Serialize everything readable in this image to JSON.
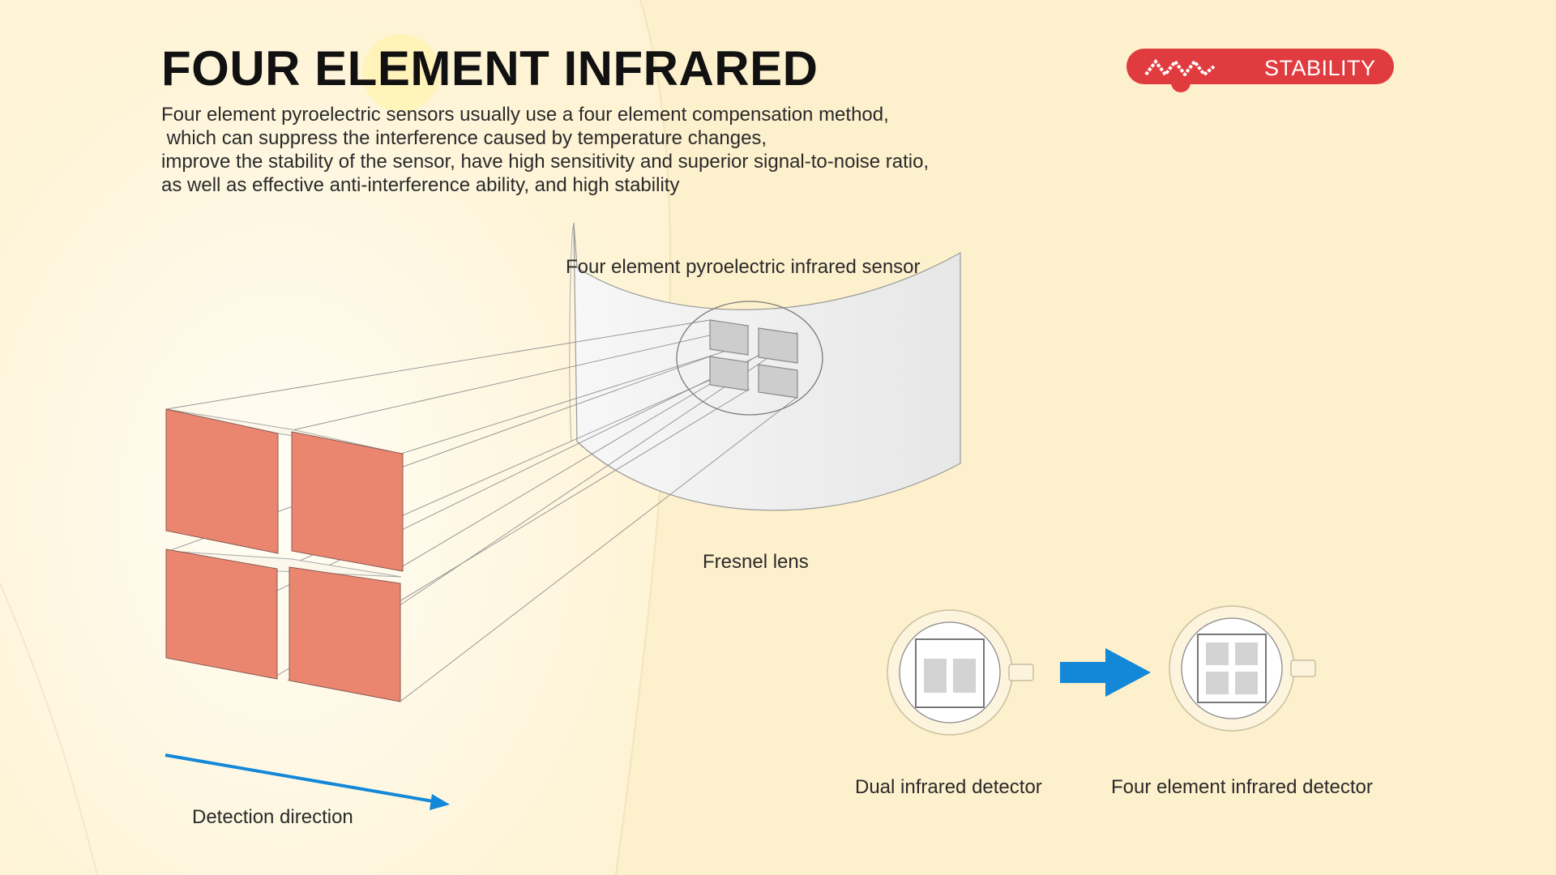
{
  "header": {
    "title": "FOUR ELEMENT INFRARED",
    "description_lines": [
      "Four element pyroelectric sensors usually use a four element compensation method,",
      " which can suppress the interference caused by temperature changes,",
      "improve the stability of the sensor, have high sensitivity and superior signal-to-noise ratio,",
      "as well as effective anti-interference ability, and high stability"
    ]
  },
  "badge": {
    "text": "STABILITY",
    "logo_icon": "wave-logo-icon"
  },
  "diagram": {
    "sensor_label": "Four element pyroelectric infrared sensor",
    "lens_label": "Fresnel lens",
    "direction_label": "Detection direction",
    "dual_detector_label": "Dual infrared detector",
    "four_detector_label": "Four element infrared detector",
    "arrow_icon": "arrow-right-icon"
  },
  "colors": {
    "background": "#fdf3d8",
    "detection_block": "#ea8670",
    "accent_blue": "#1488d8",
    "badge_red": "#e03c40",
    "lens_gray": "#ececec"
  }
}
